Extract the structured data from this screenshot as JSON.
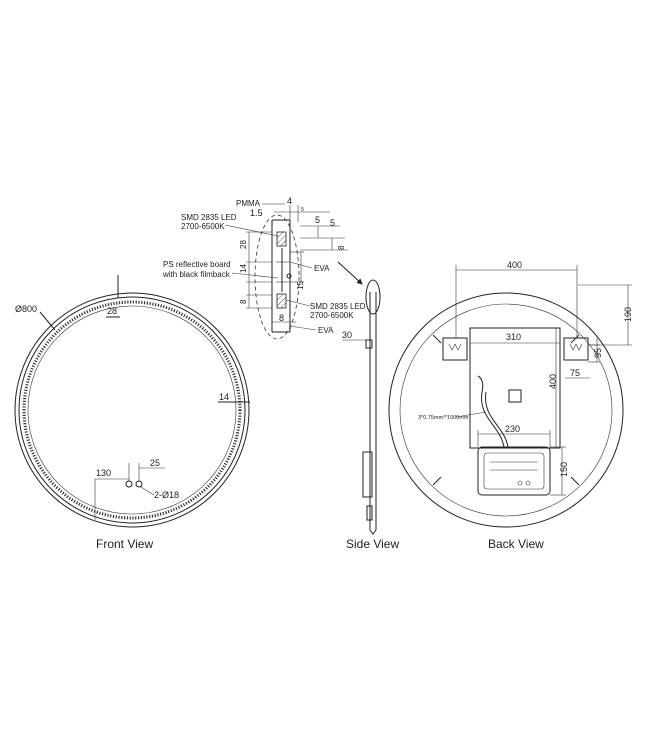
{
  "front_view": {
    "title": "Front View",
    "dims": {
      "diameter": "Ø800",
      "frame_width": "28",
      "led_offset": "14",
      "sensor_offset": "130",
      "sensor_spacing": "25",
      "holes": "2-Ø18"
    }
  },
  "side_view": {
    "title": "Side View",
    "dims": {
      "depth": "30"
    }
  },
  "back_view": {
    "title": "Back View",
    "dims": {
      "bracket_span": "400",
      "bracket_height": "190",
      "plate_width": "310",
      "plate_height": "400",
      "bracket_dim_a": "95",
      "bracket_dim_b": "75",
      "driver_width": "230",
      "driver_height": "150",
      "cable": "3*0.75mm²*1000mm"
    }
  },
  "section_detail": {
    "labels": {
      "pmma": "PMMA",
      "led_top_1": "SMD 2835 LED",
      "led_top_2": "2700-6500K",
      "ps_board_1": "PS reflective board",
      "ps_board_2": "with black filmback",
      "eva_1": "EVA",
      "led_bottom_1": "SMD 2835 LED",
      "led_bottom_2": "2700-6500K",
      "eva_2": "EVA"
    },
    "dims": {
      "d4": "4",
      "d1_5": "1.5",
      "d5_small": "5",
      "d5": "5",
      "d5b": "5",
      "d8": "8",
      "d28": "28",
      "d14": "14",
      "d15": "15",
      "d8_left": "8",
      "d8_bottom": "8"
    }
  }
}
